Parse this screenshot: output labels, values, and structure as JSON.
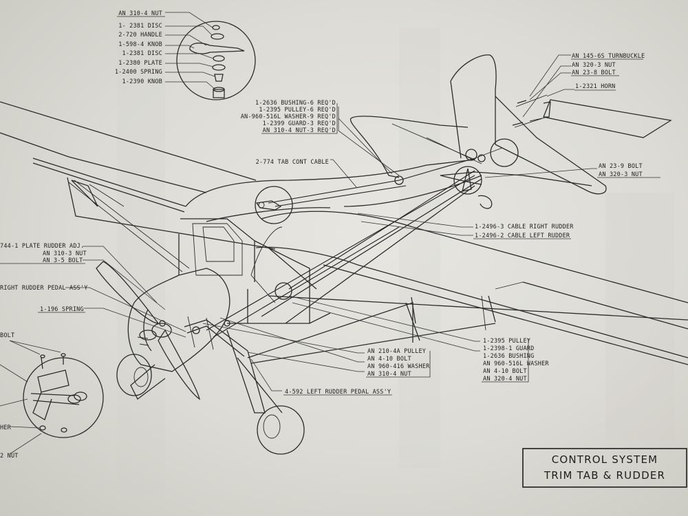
{
  "title": {
    "line1": "CONTROL SYSTEM",
    "line2": "TRIM TAB & RUDDER"
  },
  "labels": {
    "top_detail": [
      "AN 310-4 NUT",
      "1- 2381 DISC",
      "2-720 HANDLE",
      "1-598-4 KNOB",
      "1-2381 DISC",
      "1-2380 PLATE",
      "1-2400 SPRING",
      "1-2390 KNOB"
    ],
    "tab_hardware": [
      "1-2636 BUSHING-6 REQ'D",
      "1-2395 PULLEY-6 REQ'D",
      "AN-960-516L WASHER-9 REQ'D",
      "1-2399 GUARD-3 REQ'D",
      "AN 310-4 NUT-3 REQ'D"
    ],
    "tab_cable": "2-774 TAB CONT CABLE",
    "tail_top": [
      "AN 145-6S TURNBUCKLE",
      "AN 320-3 NUT",
      "AN 23-8 BOLT"
    ],
    "horn": "1-2321 HORN",
    "tail_bolt": [
      "AN 23-9 BOLT",
      "AN 320-3 NUT"
    ],
    "rudder_cables": [
      "1-2496-3 CABLE RIGHT RUDDER",
      "1-2496-2 CABLE LEFT RUDDER"
    ],
    "left_plate": [
      "744-1 PLATE RUDDER ADJ.",
      "AN 310-3 NUT",
      "AN 3-5 BOLT"
    ],
    "right_pedal": "RIGHT RUDDER PEDAL ASS'Y",
    "spring": "1-196 SPRING",
    "bottom_pulley": [
      "AN 210-4A PULLEY",
      "AN 4-10 BOLT",
      "AN 960-416 WASHER",
      "AN 310-4 NUT"
    ],
    "bottom_right": [
      "1-2395 PULLEY",
      "1-2398-1 GUARD",
      "1-2636 BUSHING",
      "AN 960-516L WASHER",
      "AN 4-10 BOLT",
      "AN 320-4 NUT"
    ],
    "left_pedal": "4-592 LEFT RUDDER PEDAL ASS'Y",
    "detail_partial": [
      "BOLT",
      "HER",
      "2 NUT"
    ]
  }
}
